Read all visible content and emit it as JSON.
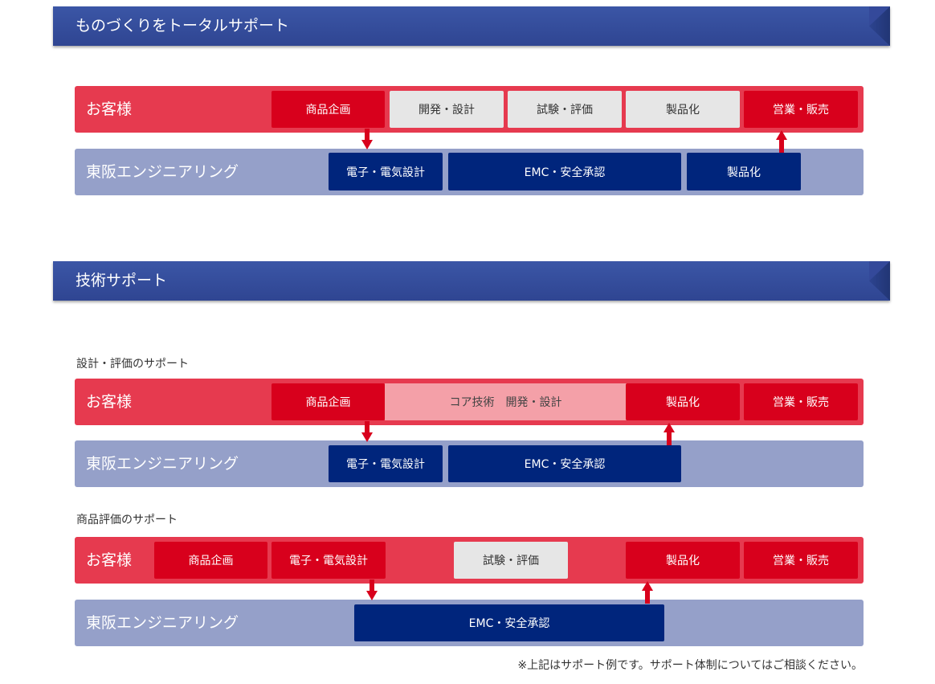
{
  "sections": {
    "total": {
      "title": "ものづくりをトータルサポート"
    },
    "tech": {
      "title": "技術サポート"
    }
  },
  "labels": {
    "customer": "お客様",
    "toho": "東阪エンジニアリング"
  },
  "diagram1": {
    "customer_boxes": [
      "商品企画",
      "開発・設計",
      "試験・評価",
      "製品化",
      "営業・販売"
    ],
    "toho_boxes": [
      "電子・電気設計",
      "EMC・安全承認",
      "製品化"
    ]
  },
  "diagram2": {
    "subtitle": "設計・評価のサポート",
    "customer_boxes": [
      "商品企画",
      "コア技術　開発・設計",
      "製品化",
      "営業・販売"
    ],
    "toho_boxes": [
      "電子・電気設計",
      "EMC・安全承認"
    ]
  },
  "diagram3": {
    "subtitle": "商品評価のサポート",
    "customer_boxes": [
      "商品企画",
      "電子・電気設計",
      "試験・評価",
      "製品化",
      "営業・販売"
    ],
    "toho_boxes": [
      "EMC・安全承認"
    ]
  },
  "note": "※上記はサポート例です。サポート体制についてはご相談ください。",
  "colors": {
    "header": "#34499a",
    "customer_row": "#e63a4f",
    "toho_row": "#95a0c9",
    "red_box": "#d8001c",
    "navy_box": "#00257c",
    "gray_box": "#e6e6e6",
    "pink_box": "#f4a0a8"
  }
}
